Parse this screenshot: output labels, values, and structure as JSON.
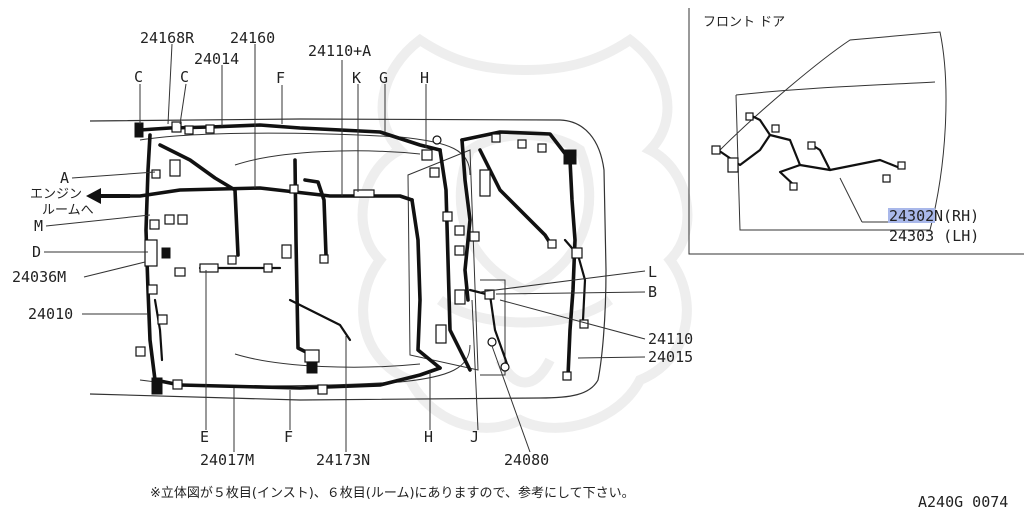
{
  "figure_code": "A240G 0074",
  "footnote": "※立体図が５枚目(インスト)、６枚目(ルーム)にありますので、参考にして下さい。",
  "engine_room_label": [
    "エンジン",
    "ルームへ"
  ],
  "inset": {
    "title": "フロント ドア",
    "part_rh_number": "24302",
    "part_rh_suffix": "N(RH)",
    "part_lh": "24303 (LH)"
  },
  "labels": {
    "p24168R": "24168R",
    "p24160": "24160",
    "p24014": "24014",
    "p24110A": "24110+A",
    "C1": "C",
    "C2": "C",
    "F_top": "F",
    "K": "K",
    "G": "G",
    "H_top": "H",
    "A": "A",
    "M": "M",
    "D": "D",
    "p24036M": "24036M",
    "p24010": "24010",
    "L": "L",
    "B": "B",
    "p24110": "24110",
    "p24015": "24015",
    "E": "E",
    "p24017M": "24017M",
    "F_bot": "F",
    "p24173N": "24173N",
    "H_bot": "H",
    "J": "J",
    "p24080": "24080"
  }
}
